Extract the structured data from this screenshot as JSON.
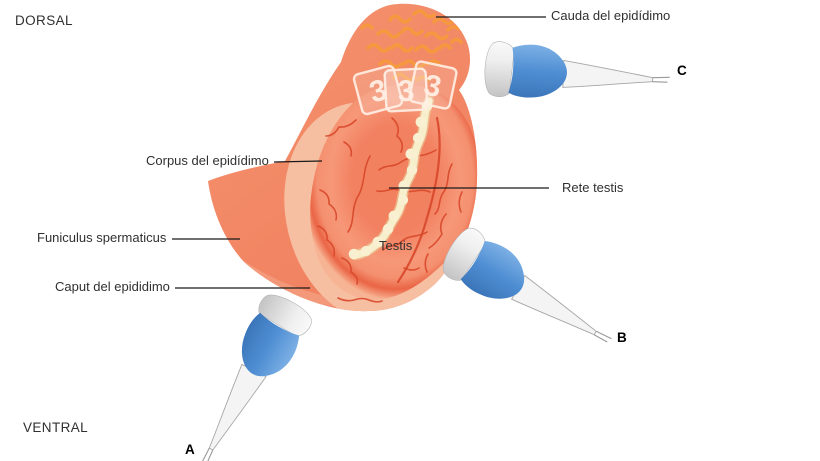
{
  "orientation": {
    "dorsal": "DORSAL",
    "ventral": "VENTRAL"
  },
  "anatomy": {
    "cauda": "Cauda del epidídimo",
    "corpus": "Corpus del epidídimo",
    "funiculus": "Funiculus spermaticus",
    "caput": "Caput del epididimo",
    "rete": "Rete testis",
    "testis": "Testis"
  },
  "probes": {
    "a": "A",
    "b": "B",
    "c": "C"
  },
  "markers": {
    "values": [
      "3",
      "3",
      "3"
    ]
  },
  "colors": {
    "background": "#FFFFFF",
    "organ-salmon": "#F28465",
    "organ-light": "#F7BFA1",
    "testis-ring": "#EA6546",
    "vessel-red": "#D8472A",
    "rete-cream": "#F7EECB",
    "cauda-orange": "#F59A3C",
    "marker-cream": "#FFEEE3",
    "probe-blue": "#4F8ED3",
    "probe-grey": "#C2C2C2",
    "label-text": "#303030",
    "leader-line": "#1A1A1A"
  }
}
